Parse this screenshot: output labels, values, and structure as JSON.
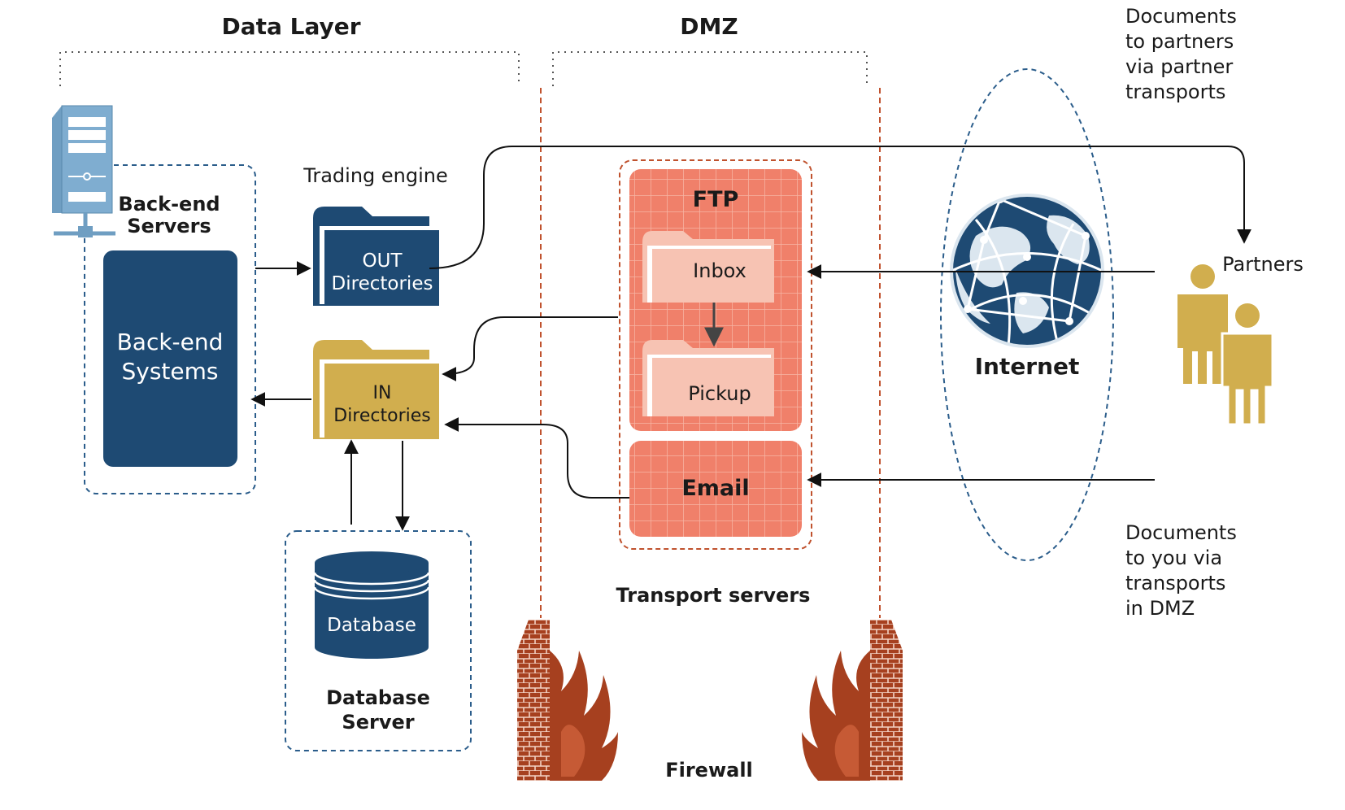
{
  "zones": {
    "data_layer": "Data Layer",
    "dmz": "DMZ"
  },
  "trading_engine": "Trading engine",
  "back_end_servers": [
    "Back-end",
    "Servers"
  ],
  "back_end_systems": [
    "Back-end",
    "Systems"
  ],
  "out_directories": [
    "OUT",
    "Directories"
  ],
  "in_directories": [
    "IN",
    "Directories"
  ],
  "database": "Database",
  "database_server": [
    "Database",
    "Server"
  ],
  "transport": {
    "ftp": "FTP",
    "inbox": "Inbox",
    "pickup": "Pickup",
    "email": "Email",
    "label": "Transport servers"
  },
  "internet": "Internet",
  "partners": "Partners",
  "firewall": "Firewall",
  "notes": {
    "to_partners": [
      "Documents",
      "to partners",
      "via partner",
      "transports"
    ],
    "to_you": [
      "Documents",
      "to you via",
      "transports",
      "in DMZ"
    ]
  },
  "colors": {
    "navy": "#1e4a73",
    "gold": "#d1ae4e",
    "salmon": "#f0806a",
    "light_salmon": "#f7c3b3",
    "brick": "#a6401f",
    "server_blue": "#6f9ec2",
    "dashed_blue": "#2b5d8b",
    "firewall_line": "#c0522e"
  },
  "icons": [
    "server-icon",
    "folder-icon",
    "database-icon",
    "globe-icon",
    "people-icon",
    "firewall-icon"
  ]
}
